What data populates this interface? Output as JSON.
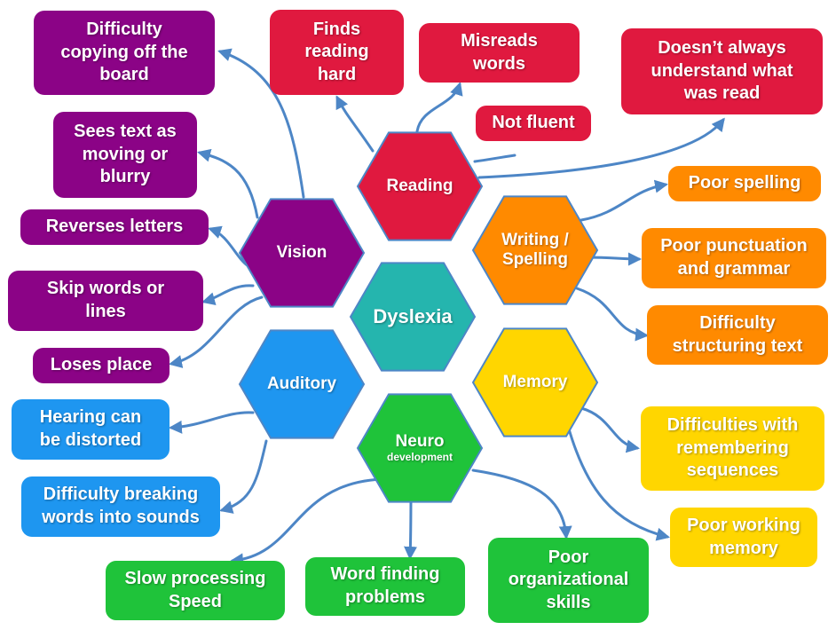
{
  "colors": {
    "reading": "#e0193f",
    "vision": "#8b0386",
    "writing": "#ff8a00",
    "dyslexia": "#25b5ae",
    "auditory": "#1e96f0",
    "memory": "#ffd600",
    "neuro": "#1fc33a",
    "arrow": "#4d86c6"
  },
  "hexagons": {
    "reading": "Reading",
    "vision": "Vision",
    "writing": "Writing /\nSpelling",
    "dyslexia": "Dyslexia",
    "auditory": "Auditory",
    "memory": "Memory",
    "neuro_main": "Neuro",
    "neuro_sub": "development"
  },
  "boxes": {
    "copying_board": "Difficulty\ncopying off the\nboard",
    "finds_reading_hard": "Finds\nreading\nhard",
    "misreads_words": "Misreads\nwords",
    "not_always_understand": "Doesn’t always\nunderstand what\nwas read",
    "not_fluent": "Not fluent",
    "text_moving": "Sees text as\nmoving or\nblurry",
    "reverses_letters": "Reverses  letters",
    "skip_words": "Skip words or\nlines",
    "loses_place": "Loses place",
    "poor_spelling": "Poor spelling",
    "punctuation_grammar": "Poor punctuation\nand grammar",
    "structuring_text": "Difficulty\nstructuring text",
    "hearing_distorted": "Hearing can\nbe distorted",
    "breaking_words": "Difficulty breaking\nwords into sounds",
    "remembering_sequences": "Difficulties with\nremembering\nsequences",
    "working_memory": "Poor working\nmemory",
    "slow_processing": "Slow processing\nSpeed",
    "word_finding": "Word finding\nproblems",
    "organizational_skills": "Poor\norganizational\nskills"
  }
}
